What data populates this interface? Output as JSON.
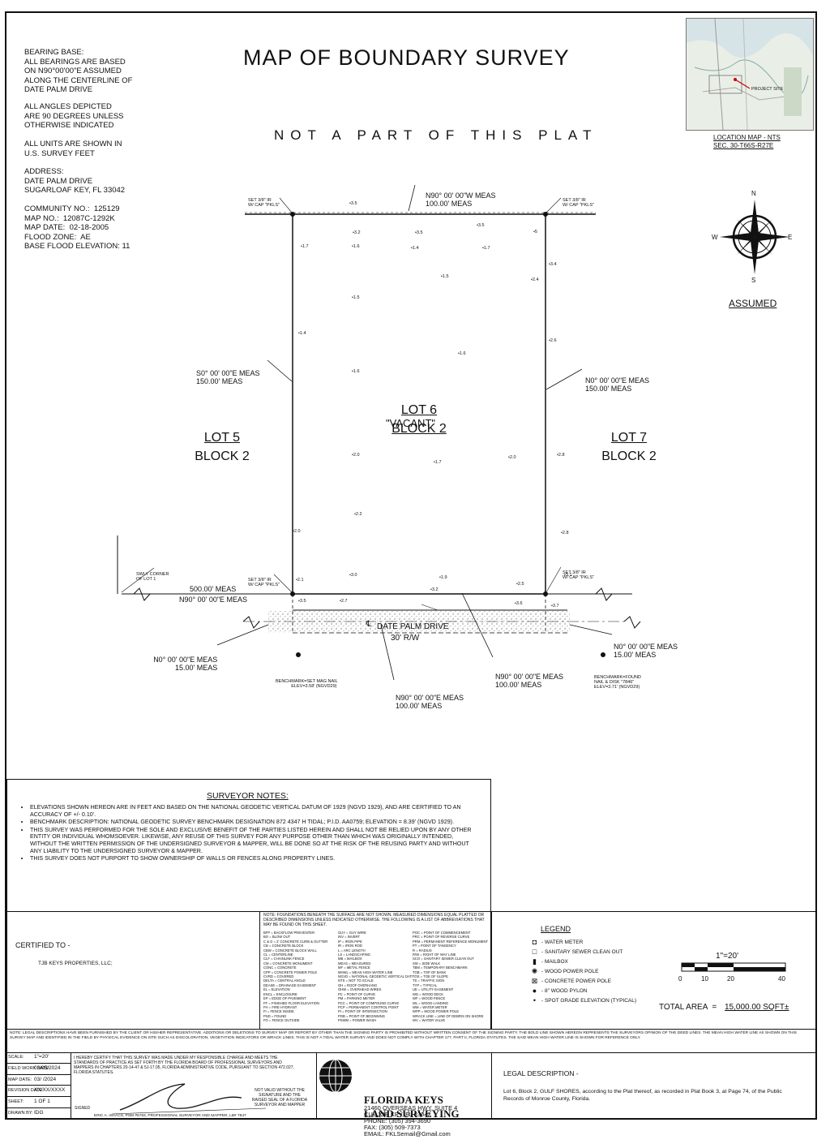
{
  "header": {
    "bearing_base": [
      "BEARING BASE:",
      "ALL BEARINGS ARE BASED",
      "ON N90°00'00\"E ASSUMED",
      "ALONG THE CENTERLINE OF",
      "DATE PALM DRIVE"
    ],
    "angles": [
      "ALL ANGLES DEPICTED",
      "ARE 90 DEGREES UNLESS",
      "OTHERWISE INDICATED"
    ],
    "units": [
      "ALL UNITS ARE SHOWN IN",
      "U.S. SURVEY FEET"
    ],
    "address": [
      "ADDRESS:",
      "DATE PALM DRIVE",
      "SUGARLOAF KEY, FL 33042"
    ],
    "community": [
      "COMMUNITY NO.:  125129",
      "MAP NO.:  12087C-1292K",
      "MAP DATE:  02-18-2005",
      "FLOOD ZONE:  AE",
      "BASE FLOOD ELEVATION: 11"
    ],
    "title": "MAP OF BOUNDARY SURVEY",
    "subtitle": "NOT A PART OF THIS PLAT",
    "location_map_label": "LOCATION MAP - NTS",
    "location_map_sec": "SEC. 30-T66S-R27E",
    "project_site": "PROJECT SITE",
    "compass": {
      "n": "N",
      "s": "S",
      "e": "E",
      "w": "W",
      "assumed": "ASSUMED"
    }
  },
  "plat": {
    "top_bearing": [
      "N90° 00' 00\"W MEAS",
      "100.00' MEAS"
    ],
    "left_bearing": [
      "S0° 00' 00\"E MEAS",
      "150.00' MEAS"
    ],
    "right_bearing": [
      "N0° 00' 00\"E MEAS",
      "150.00' MEAS"
    ],
    "lot6": [
      "LOT 6",
      "BLOCK 2"
    ],
    "vacant": "\"VACANT\"",
    "lot5": [
      "LOT 5",
      "BLOCK 2"
    ],
    "lot7": [
      "LOT 7",
      "BLOCK 2"
    ],
    "set_ir_tl": [
      "SET 3/8\" IR",
      "W/ CAP \"PKLS\""
    ],
    "set_ir_tr": [
      "SET 3/8\" IR",
      "W/ CAP \"PKLS\""
    ],
    "set_ir_bl": [
      "SET 3/8\" IR",
      "W/ CAP \"PKLS\""
    ],
    "set_ir_br": [
      "SET 3/8\" IR",
      "W/ CAP \"PKLS\""
    ],
    "swly_corner": [
      "SWLY CORNER",
      "OF LOT 1"
    ],
    "bottom_left_dist": [
      "500.00' MEAS",
      "N90° 00' 00\"E MEAS"
    ],
    "road_name": "DATE PALM DRIVE",
    "road_rw": "30' R/W",
    "cl_symbol": "℄",
    "left_road": [
      "N0° 00' 00\"E MEAS",
      "15.00' MEAS"
    ],
    "right_road": [
      "N0° 00' 00\"E MEAS",
      "15.00' MEAS"
    ],
    "bm_left": [
      "BENCHMARK=SET MAG NAIL",
      "ELEV=3.58' (NGVD29)"
    ],
    "bm_right": [
      "BENCHMARK=FOUND",
      "NAIL & DISK \"7846\"",
      "ELEV=3.71' (NGVD29)"
    ],
    "bottom_mid": [
      "N90° 00' 00\"E MEAS",
      "100.00' MEAS"
    ],
    "bottom_right": [
      "N90° 00' 00\"E MEAS",
      "100.00' MEAS"
    ],
    "spot_elevations": [
      "3.5",
      "3.2",
      "3.5",
      "3.5",
      "1.7",
      "1.6",
      "1.4",
      "1.7",
      "3.4",
      "1.5",
      "2.4",
      "1.5",
      "1.4",
      "1.6",
      "1.6",
      "2.6",
      "2.0",
      "1.7",
      "2.0",
      "2.8",
      "2.2",
      "2.0",
      "2.8",
      "3.0",
      "1.9",
      "2.5",
      "3.1",
      "3.2",
      "3.6",
      "2.7",
      "3.7",
      "2.1",
      "3.5",
      "5"
    ]
  },
  "surveyor_notes": {
    "title": "SURVEYOR NOTES:",
    "items": [
      "ELEVATIONS SHOWN HEREON ARE IN FEET AND BASED ON THE NATIONAL GEODETIC VERTICAL DATUM OF 1929 (NGVD 1929), AND ARE CERTIFIED TO AN ACCURACY OF +/- 0.10'.",
      "BENCHMARK DESCRIPTION: NATIONAL GEODETIC SURVEY BENCHMARK DESIGNATION 872 4347 H TIDAL; P.I.D. AA0759; ELEVATION = 8.39' (NGVD 1929).",
      "THIS SURVEY WAS PERFORMED FOR THE SOLE AND EXCLUSIVE BENEFIT OF THE PARTIES LISTED HEREIN AND SHALL NOT BE RELIED UPON BY ANY OTHER ENTITY OR INDIVIDUAL WHOMSOEVER. LIKEWISE, ANY REUSE OF THIS SURVEY FOR ANY PURPOSE OTHER THAN WHICH WAS ORIGINALLY INTENDED, WITHOUT THE WRITTEN PERMISSION OF THE UNDERSIGNED SURVEYOR & MAPPER, WILL BE DONE SO AT THE RISK OF THE REUSING PARTY AND WITHOUT ANY LIABILITY TO THE UNDERSIGNED SURVEYOR & MAPPER.",
      "THIS SURVEY DOES NOT PURPORT TO SHOW OWNERSHIP OF WALLS OR FENCES ALONG PROPERTY LINES."
    ]
  },
  "certified": {
    "label": "CERTIFIED TO -",
    "party": "TJB KEYS PROPERTIES, LLC;"
  },
  "abbrev_note": "NOTE: FOUNDATIONS BENEATH THE SURFACE ARE NOT SHOWN. MEASURED DIMENSIONS EQUAL PLATTED OR DESCRIBED DIMENSIONS UNLESS INDICATED OTHERWISE. THE FOLLOWING IS A LIST OF ABBREVIATIONS THAT MAY BE FOUND ON THIS SHEET.",
  "abbreviations": [
    [
      "BFP = BACKFLOW PREVENTER",
      "GUY = GUY WIRE",
      "POC = POINT OF COMMENCEMENT"
    ],
    [
      "BO = BLOW OUT",
      "INV = INVERT",
      "PRC = POINT OF REVERSE CURVE"
    ],
    [
      "C & G = 2' CONCRETE CURB & GUTTER",
      "IP = IRON PIPE",
      "PRM = PERMANENT REFERENCE MONUMENT"
    ],
    [
      "CB = CONCRETE BLOCK",
      "IR = IRON ROD",
      "PT = POINT OF TANGENCY"
    ],
    [
      "CBW = CONCRETE BLOCK WALL",
      "L = ARC LENGTH",
      "R = RADIUS"
    ],
    [
      "CL = CENTERLINE",
      "LS = LANDSCAPING",
      "R/W = RIGHT OF WAY LINE"
    ],
    [
      "CLF = CHAINLINK FENCE",
      "MB = MAILBOX",
      "SCO = SANITARY SEWER CLEAN OUT"
    ],
    [
      "CM = CONCRETE MONUMENT",
      "MEAS = MEASURED",
      "SW = SIDE WALK"
    ],
    [
      "CONC = CONCRETE",
      "MF = METAL FENCE",
      "TBM = TEMPORARY BENCHMARK"
    ],
    [
      "CPP = CONCRETE POWER POLE",
      "MHWL = MEAN HIGH WATER LINE",
      "TOB = TOP OF BANK"
    ],
    [
      "CVRD = COVERED",
      "NGVD = NATIONAL GEODETIC VERTICAL DATUM",
      "TOS = TOE OF SLOPE"
    ],
    [
      "DELTA = CENTRAL ANGLE",
      "NTS = NOT TO SCALE",
      "TS = TRAFFIC SIGN"
    ],
    [
      "DEASE = DRAINAGE EASEMENT",
      "OH = ROOF OVERHANG",
      "TYP = TYPICAL"
    ],
    [
      "EL = ELEVATION",
      "OHW = OVERHEAD WIRES",
      "UE = UTILITY EASEMENT"
    ],
    [
      "ENCL = ENCLOSURE",
      "PC = POINT OF CURVE",
      "WD = WOOD DECK"
    ],
    [
      "EP = EDGE OF PAVEMENT",
      "PM = PARKING METER",
      "WF = WOOD FENCE"
    ],
    [
      "FF = FINISHED FLOOR ELEVATION",
      "PCC = POINT OF COMPOUND CURVE",
      "WL = WOOD LANDING"
    ],
    [
      "FH = FIRE HYDRANT",
      "PCP = PERMANENT CONTROL POINT",
      "WM = WATER METER"
    ],
    [
      "FI = FENCE INSIDE",
      "PI = POINT OF INTERSECTION",
      "WPP = WOOD POWER POLE"
    ],
    [
      "FND = FOUND",
      "POB = POINT OF BEGINNING",
      "WRACK LINE = LINE OF DEBRIS ON SHORE"
    ],
    [
      "FO = FENCE OUTSIDE",
      "PSWM = POWER WASH",
      "WV = WATER VALVE"
    ]
  ],
  "legend": {
    "title": "LEGEND",
    "items": [
      "- WATER METER",
      "- SANITARY SEWER CLEAN OUT",
      "- MAILBOX",
      "- WOOD POWER POLE",
      "- CONCRETE POWER POLE",
      "- 8\" WOOD PYLON",
      "- SPOT GRADE ELEVATION (TYPICAL)"
    ]
  },
  "scale": {
    "label": "1\"=20'",
    "ticks": [
      "0",
      "10",
      "20",
      "40"
    ]
  },
  "total_area": {
    "label": "TOTAL AREA  =",
    "value": "15,000.00 SQFT±"
  },
  "legal_strip": "NOTE: LEGAL DESCRIPTIONS HAVE BEEN FURNISHED BY THE CLIENT OR HIS/HER REPRESENTATIVE. ADDITIONS OR DELETIONS TO SURVEY MAP OR REPORT BY OTHER THAN THE SIGNING PARTY IS PROHIBITED WITHOUT WRITTEN CONSENT OF THE SIGNING PARTY. THE BOLD LINE SHOWN HEREON REPRESENTS THE SURVEYORS OPINION OF THE DEED LINES. THE MEAN HIGH WATER LINE AS SHOWN ON THIS SURVEY MAP AND IDENTIFIED IN THE FIELD BY PHYSICAL EVIDENCE ON SITE SUCH AS DISCOLORATION, VEGETATION INDICATORS OR WRACK LINES. THIS IS NOT A TIDAL WATER SURVEY AND DOES NOT COMPLY WITH CHAPTER 177, PART II, FLORIDA STATUTES. THE SAID MEAN HIGH WATER LINE IS SHOWN FOR REFERENCE ONLY.",
  "titleblock": {
    "rows": [
      {
        "k": "SCALE:",
        "v": "1\"=20'"
      },
      {
        "k": "FIELD WORK DATE:",
        "v": "03/05/2024"
      },
      {
        "k": "MAP DATE:",
        "v": "03/ /2024"
      },
      {
        "k": "REVISION DATE:",
        "v": "XX/XX/XXXX"
      },
      {
        "k": "SHEET:",
        "v": "1  OF  1"
      },
      {
        "k": "DRAWN BY:",
        "v": "IDG"
      }
    ],
    "certify": "I HEREBY CERTIFY THAT THIS SURVEY WAS MADE UNDER MY RESPONSIBLE CHARGE AND MEETS THE STANDARDS OF PRACTICE AS SET FORTH BY THE FLORIDA BOARD OF PROFESSIONAL SURVEYORS AND MAPPERS IN CHAPTERS 20-14-47 & 5J-17.05, FLORIDA ADMINISTRATIVE CODE, PURSUANT TO SECTION 472.027, FLORIDA STATUTES.",
    "not_valid": "NOT VALID WITHOUT THE SIGNATURE AND THE RAISED SEAL OF A FLORIDA SURVEYOR AND MAPPER",
    "signed": "SIGNED",
    "surveyor_name": "ERIC A. ISAACS, PSM #6783, PROFESSIONAL SURVEYOR AND MAPPER, LB# 7847",
    "company": [
      "FLORIDA KEYS",
      "LAND SURVEYING"
    ],
    "company_addr": [
      "21460 OVERSEAS HWY, SUITE 4",
      "CUDJOE KEY, FL 33042",
      "PHONE: (305) 394-3690",
      "FAX: (305) 509-7373",
      "EMAIL: FKLSemail@Gmail.com"
    ],
    "legal_title": "LEGAL DESCRIPTION -",
    "legal_text": "Lot 6, Block 2, GULF SHORES, according to the Plat thereof, as recorded in Plat Book 3, at Page 74, of the Public Records of Monroe County, Florida."
  }
}
